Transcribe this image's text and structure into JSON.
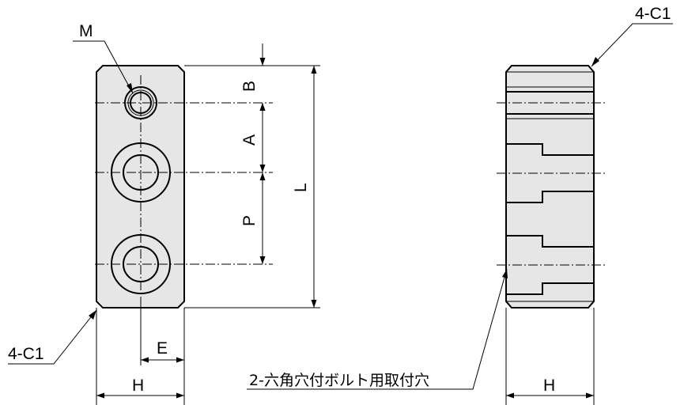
{
  "labels": {
    "m": "M",
    "b": "B",
    "a": "A",
    "p": "P",
    "l": "L",
    "e": "E",
    "h_front": "H",
    "h_side": "H",
    "chamfer_front": "4-C1",
    "chamfer_side": "4-C1",
    "hex_hole_note": "2-六角穴付ボルト用取付穴"
  },
  "colors": {
    "fill": "#e6e6e6",
    "line": "#000000",
    "background": "#ffffff"
  }
}
